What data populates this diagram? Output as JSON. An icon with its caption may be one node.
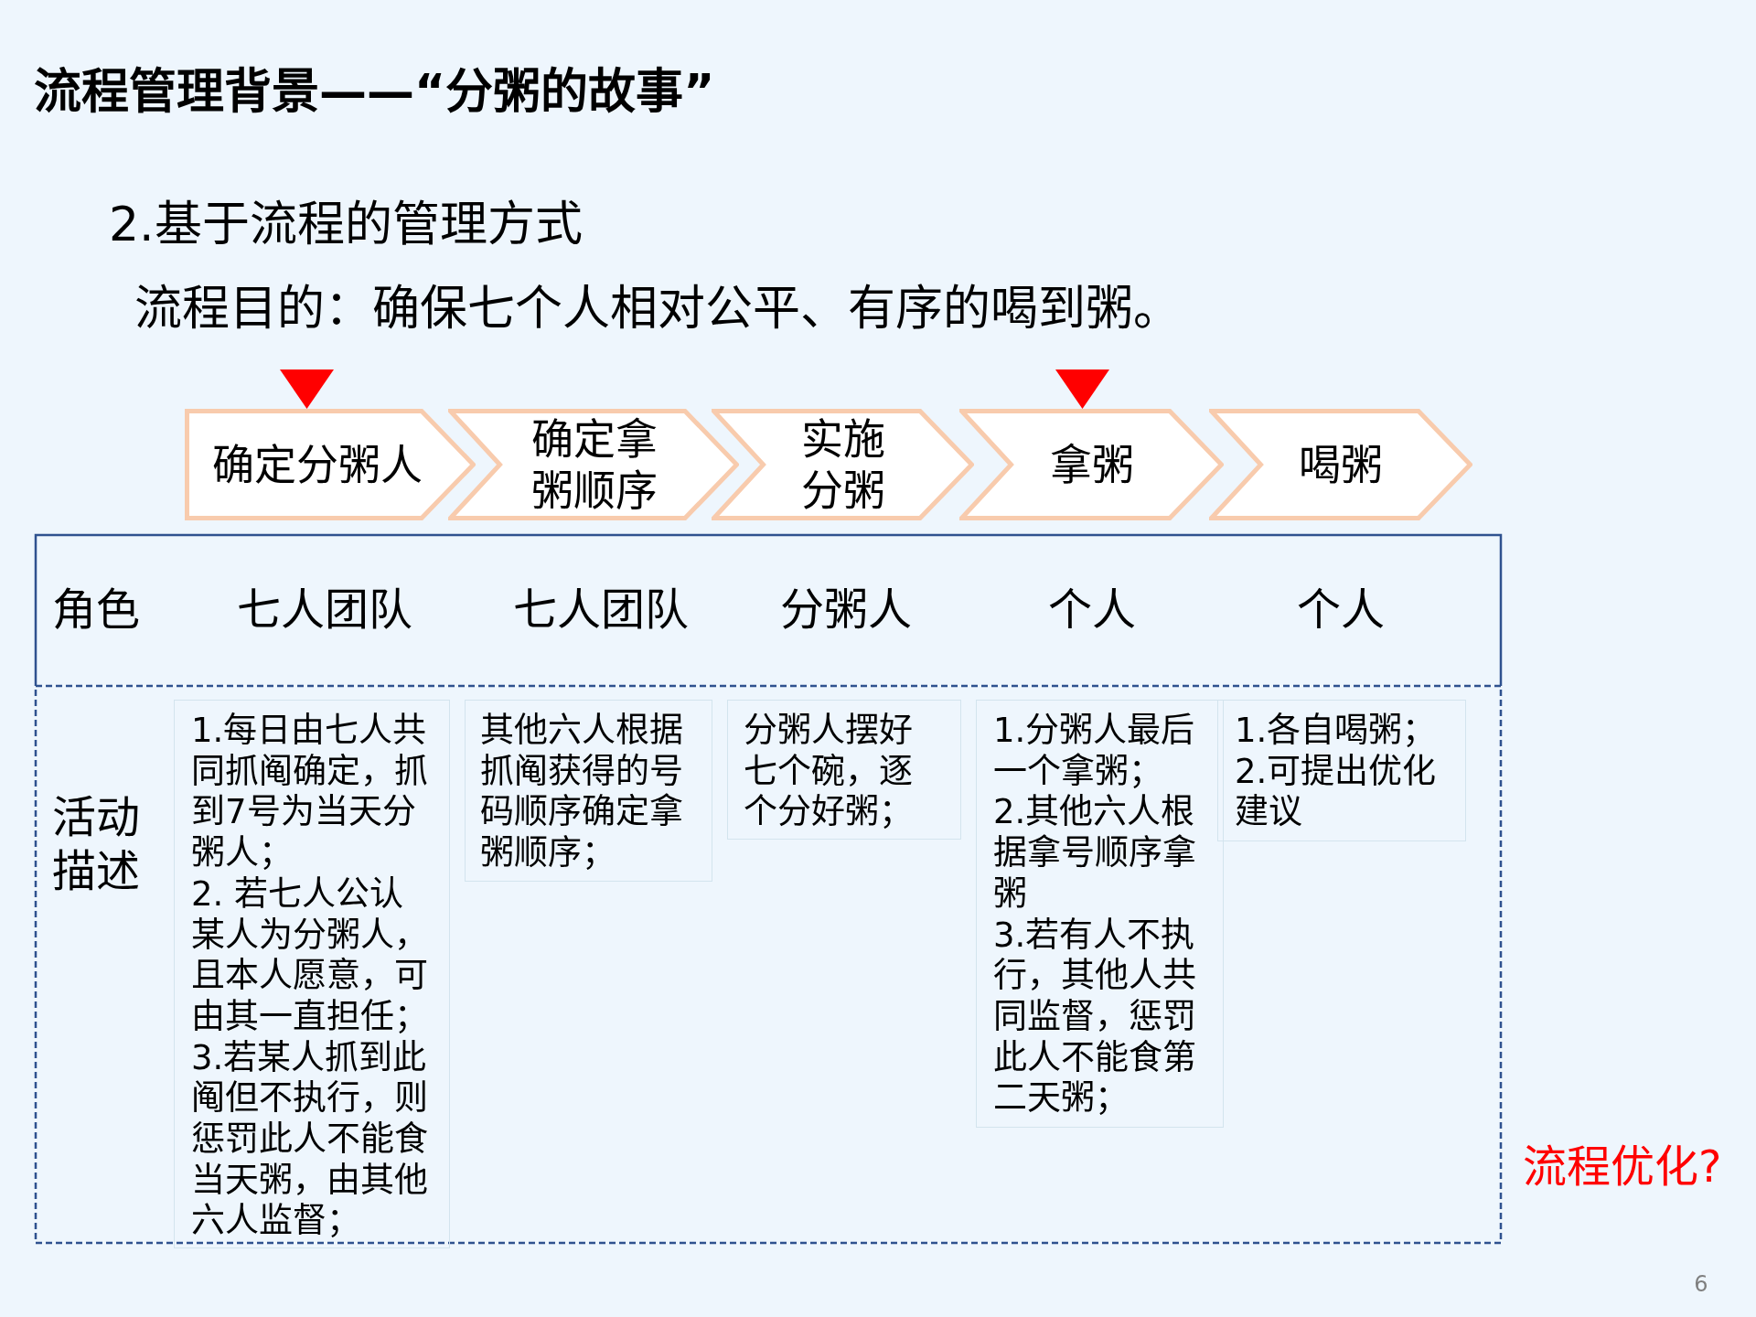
{
  "diagram": {
    "title": "流程管理背景——“分粥的故事”",
    "nodes": [
      {
        "text": [
          "确定分粥人"
        ]
      },
      {
        "text": [
          "确定拿粥顺序"
        ]
      },
      {
        "text": [
          "实施分粥"
        ]
      },
      {
        "text": [
          "拿粥"
        ]
      },
      {
        "text": [
          "喝粥"
        ]
      },
      {
        "text": [
          "1.每日由七人共同抓阄确定，抓到7号为当天分粥人；",
          "2. 若七人公认某人为分粥人，且本人愿意，可由其一直担任；",
          "3.若某人抓到此阄但不执行，则惩罚此人不能食当天粥，由其他六人监督；"
        ]
      },
      {
        "text": [
          "其他六人根据抓阄获得的号码顺序确定拿粥顺序；"
        ]
      },
      {
        "text": [
          "分粥人摆好七个碗，逐个分好粥；"
        ]
      },
      {
        "text": [
          "1.分粥人最后一个拿粥；",
          "2.其他六人根据拿号顺序拿粥",
          "3.若有人不执行，其他人共同监督，惩罚此人不能食第二天粥；"
        ]
      },
      {
        "text": [
          "1.各自喝粥；",
          "2.可提出优化建议"
        ]
      }
    ],
    "labels": [
      "2.基于流程的管理方式",
      "流程目的：确保七个人相对公平、有序的喝到粥。",
      "角色",
      "七人团队",
      "七人团队",
      "分粥人",
      "个人",
      "个人",
      "活动描述",
      "流程优化?",
      "6"
    ]
  }
}
